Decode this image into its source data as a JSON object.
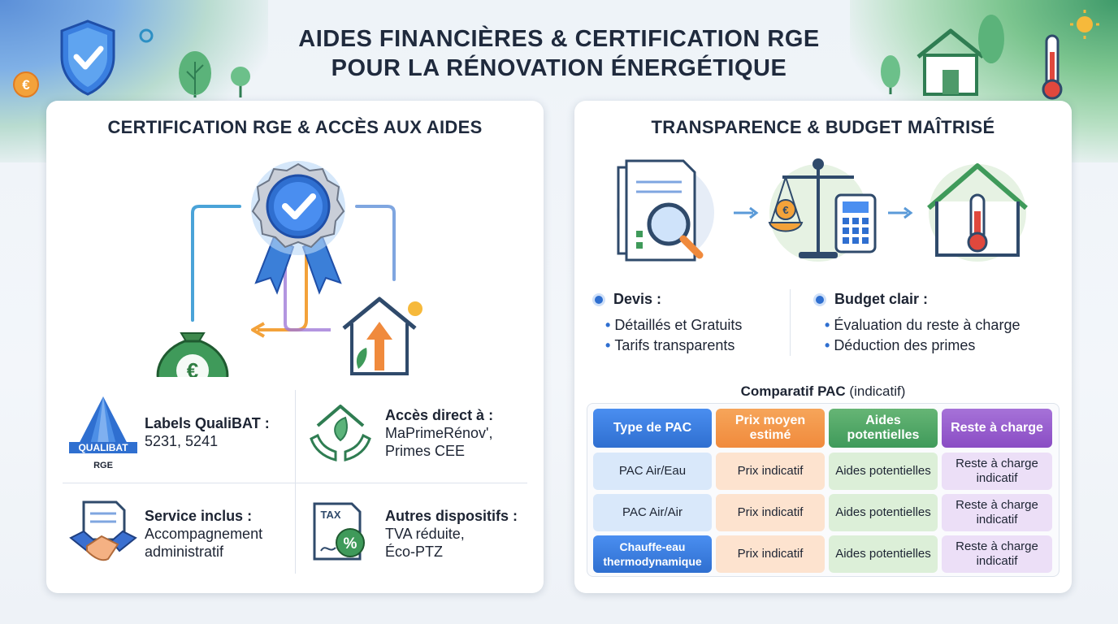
{
  "title_line1": "AIDES FINANCIÈRES & CERTIFICATION RGE",
  "title_line2": "POUR LA RÉNOVATION ÉNERGÉTIQUE",
  "left_card": {
    "title": "CERTIFICATION RGE & ACCÈS AUX AIDES",
    "qualibat_logo": {
      "brand": "QUALIBAT",
      "sub": "RGE"
    },
    "features": [
      {
        "label": "Labels QualiBAT :",
        "text": "5231, 5241"
      },
      {
        "label": "Accès direct à :",
        "text": "MaPrimeRénov',",
        "text2": "Primes CEE"
      },
      {
        "label": "Service inclus :",
        "text": "Accompagnement",
        "text2": "administratif"
      },
      {
        "label": "Autres dispositifs :",
        "text": "TVA réduite,",
        "text2": "Éco-PTZ"
      }
    ],
    "tax_icon_label": "TAX",
    "euro_symbol": "€"
  },
  "right_card": {
    "title": "TRANSPARENCE & BUDGET MAÎTRISÉ",
    "devis": {
      "heading": "Devis :",
      "items": [
        "Détaillés et Gratuits",
        "Tarifs transparents"
      ]
    },
    "budget": {
      "heading": "Budget clair :",
      "items": [
        "Évaluation du reste à charge",
        "Déduction des primes"
      ]
    },
    "table": {
      "title_bold": "Comparatif PAC",
      "title_rest": " (indicatif)",
      "headers": [
        "Type de PAC",
        "Prix moyen estimé",
        "Aides potentielles",
        "Reste à charge"
      ],
      "rows": [
        [
          "PAC Air/Eau",
          "Prix indicatif",
          "Aides potentielles",
          "Reste à charge indicatif"
        ],
        [
          "PAC Air/Air",
          "Prix indicatif",
          "Aides potentielles",
          "Reste à charge indicatif"
        ],
        [
          "Chauffe-eau thermodynamique",
          "Prix indicatif",
          "Aides potentielles",
          "Reste à charge indicatif"
        ]
      ]
    }
  },
  "colors": {
    "blue": "#2f6fd0",
    "orange": "#f08a3c",
    "green": "#3f9a5a",
    "purple": "#8a4cc4"
  }
}
